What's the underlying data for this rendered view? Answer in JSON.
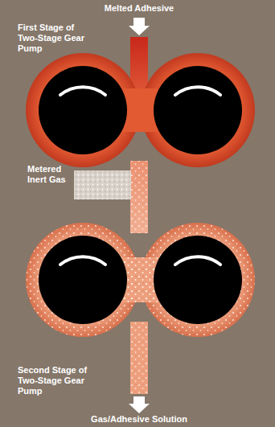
{
  "diagram": {
    "labels": [
      "Melted Adhesive",
      "First Stage of Two-Stage Gear Pump",
      "Metered Inert Gas",
      "Second Stage of Two-Stage Gear Pump",
      "Gas/Adhesive Solution"
    ]
  }
}
